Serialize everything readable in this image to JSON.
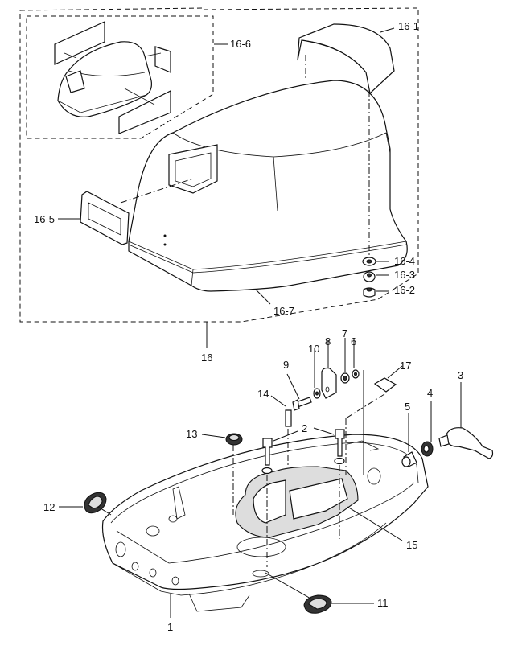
{
  "diagram": {
    "title": "Top cowling and bottom cowl exploded parts view",
    "labels": {
      "p16_1": "16-1",
      "p16_2": "16-2",
      "p16_3": "16-3",
      "p16_4": "16-4",
      "p16_5": "16-5",
      "p16_6": "16-6",
      "p16_7": "16-7",
      "p16": "16",
      "p1": "1",
      "p2": "2",
      "p3": "3",
      "p4": "4",
      "p5": "5",
      "p6": "6",
      "p7": "7",
      "p8": "8",
      "p9": "9",
      "p10": "10",
      "p11": "11",
      "p12": "12",
      "p13": "13",
      "p14": "14",
      "p15": "15",
      "p17": "17"
    }
  }
}
